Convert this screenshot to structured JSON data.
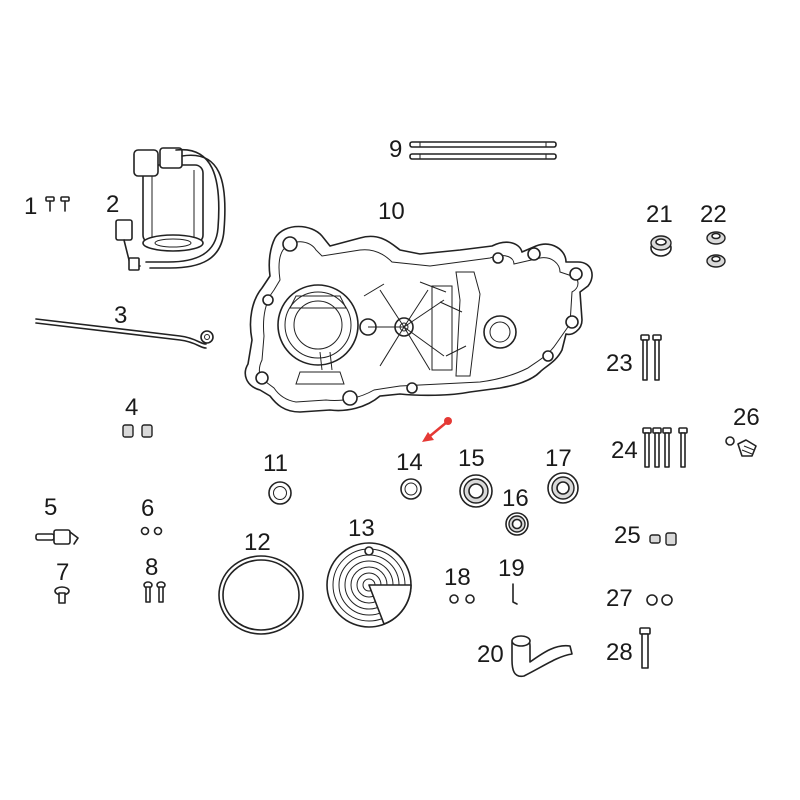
{
  "diagram": {
    "parts": [
      {
        "number": "1"
      },
      {
        "number": "2"
      },
      {
        "number": "3"
      },
      {
        "number": "4"
      },
      {
        "number": "5"
      },
      {
        "number": "6"
      },
      {
        "number": "7"
      },
      {
        "number": "8"
      },
      {
        "number": "9"
      },
      {
        "number": "10"
      },
      {
        "number": "11"
      },
      {
        "number": "12"
      },
      {
        "number": "13"
      },
      {
        "number": "14"
      },
      {
        "number": "15"
      },
      {
        "number": "16"
      },
      {
        "number": "17"
      },
      {
        "number": "18"
      },
      {
        "number": "19"
      },
      {
        "number": "20"
      },
      {
        "number": "21"
      },
      {
        "number": "22"
      },
      {
        "number": "23"
      },
      {
        "number": "24"
      },
      {
        "number": "25"
      },
      {
        "number": "26"
      },
      {
        "number": "27"
      },
      {
        "number": "28"
      }
    ],
    "highlighted_part": "14",
    "highlight_color": "#e53935",
    "line_color": "#222222"
  }
}
